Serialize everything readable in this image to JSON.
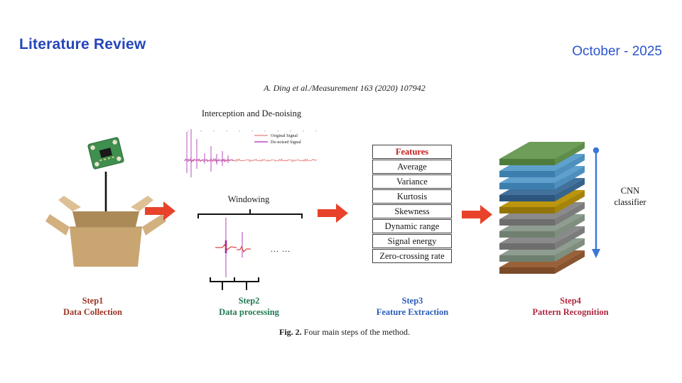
{
  "slide": {
    "title": "Literature Review",
    "title_color": "#2446ba",
    "date": "October - 2025",
    "date_color": "#2c55cd"
  },
  "figure": {
    "citation": "A. Ding et al./Measurement 163 (2020) 107942",
    "caption_bold": "Fig. 2.",
    "caption_rest": "Four main steps of the method.",
    "arrow_color": "#e8432a",
    "signal": {
      "title": "Interception and De-noising",
      "legend": [
        {
          "label": "Original Signal",
          "color": "#e06060"
        },
        {
          "label": "De-noised Signal",
          "color": "#b94fc0"
        }
      ],
      "spikes": [
        {
          "x": 8,
          "u": 40,
          "d": 18
        },
        {
          "x": 14,
          "u": 44,
          "d": 24
        },
        {
          "x": 22,
          "u": 30,
          "d": 12
        },
        {
          "x": 33,
          "u": 10,
          "d": 5
        },
        {
          "x": 42,
          "u": 20,
          "d": 16
        },
        {
          "x": 50,
          "u": 9,
          "d": 6
        },
        {
          "x": 58,
          "u": 13,
          "d": 8
        },
        {
          "x": 66,
          "u": 7,
          "d": 4
        }
      ]
    },
    "windowing": {
      "title": "Windowing",
      "ellipsis": "... ..."
    },
    "features_table": {
      "header": "Features",
      "header_color": "#c41e1e",
      "rows": [
        "Average",
        "Variance",
        "Kurtosis",
        "Skewness",
        "Dynamic range",
        "Signal energy",
        "Zero-crossing rate"
      ]
    },
    "cnn": {
      "label_line1": "CNN",
      "label_line2": "classifier",
      "arrow_color": "#3a76d6",
      "layers": [
        {
          "top": "#6d9d58",
          "front": "#4f7c3c",
          "side": "#5e8c4a"
        },
        {
          "top": "#5fa0cd",
          "front": "#3c7fae",
          "side": "#4d90be"
        },
        {
          "top": "#5fa0cd",
          "front": "#3c7fae",
          "side": "#4d90be"
        },
        {
          "top": "#41719c",
          "front": "#2c567e",
          "side": "#36648d"
        },
        {
          "top": "#bb950b",
          "front": "#927408",
          "side": "#a58409"
        },
        {
          "top": "#8a8a8a",
          "front": "#6e6e6e",
          "side": "#7c7c7c"
        },
        {
          "top": "#8e9d8f",
          "front": "#6f8070",
          "side": "#7e8e7f"
        },
        {
          "top": "#8a8a8a",
          "front": "#6e6e6e",
          "side": "#7c7c7c"
        },
        {
          "top": "#8e9d8f",
          "front": "#6f8070",
          "side": "#7e8e7f"
        },
        {
          "top": "#99613a",
          "front": "#7a4a29",
          "side": "#895531"
        }
      ]
    },
    "steps": [
      {
        "step": "Step1",
        "name": "Data Collection",
        "color": "#9c3526"
      },
      {
        "step": "Step2",
        "name": "Data processing",
        "color": "#1f7a50"
      },
      {
        "step": "Step3",
        "name": "Feature Extraction",
        "color": "#2a5cb8"
      },
      {
        "step": "Step4",
        "name": "Pattern Recognition",
        "color": "#ae2840"
      }
    ]
  }
}
